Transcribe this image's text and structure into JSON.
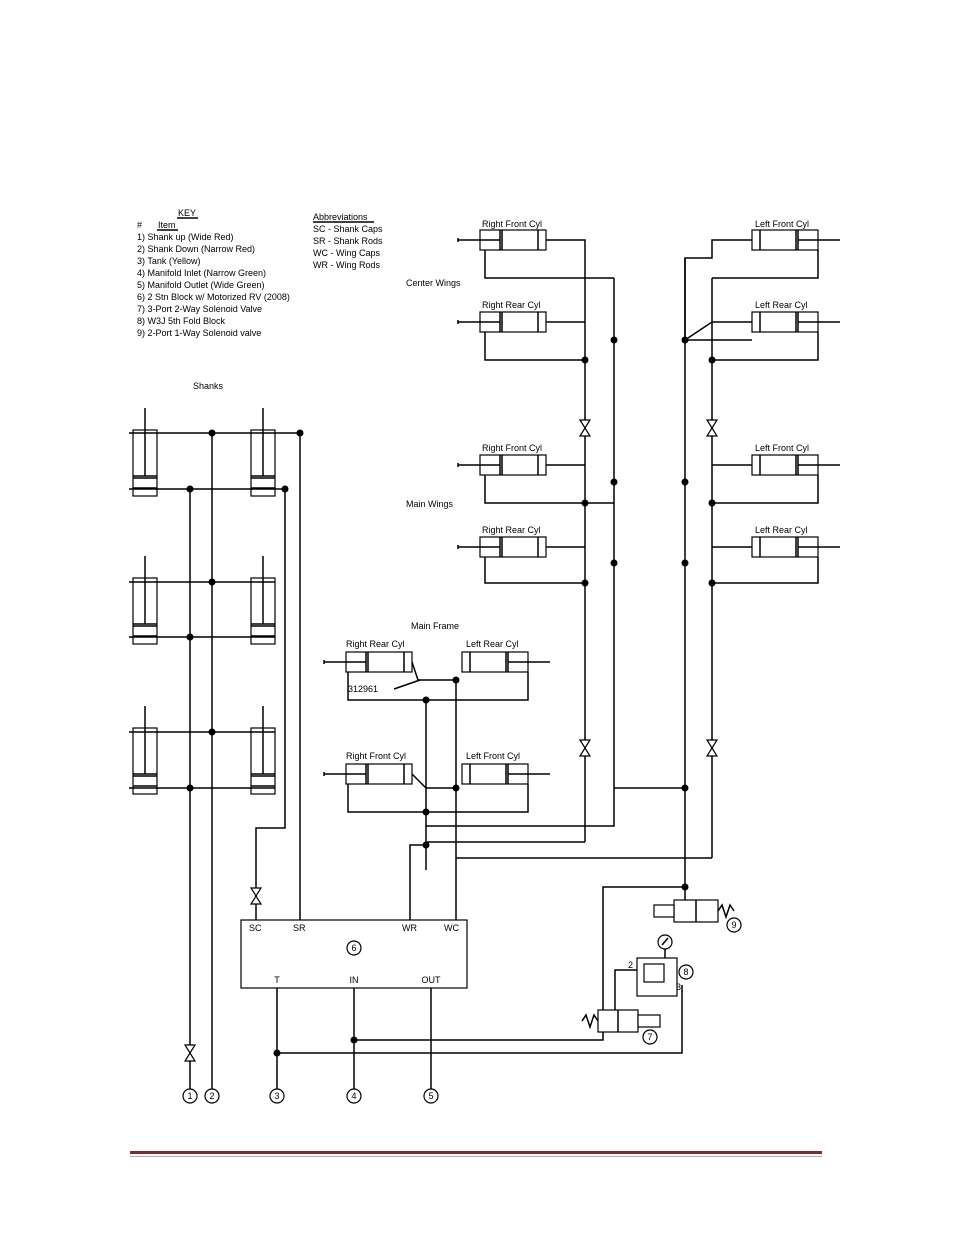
{
  "key": {
    "title": "KEY",
    "header_num": "#",
    "header_item": "Item",
    "items": [
      "1) Shank up (Wide Red)",
      "2) Shank Down (Narrow Red)",
      "3) Tank (Yellow)",
      "4) Manifold Inlet (Narrow Green)",
      "5) Manifold Outlet (Wide Green)",
      "6) 2 Stn Block w/ Motorized RV (2008)",
      "7) 3-Port 2-Way Solenoid Valve",
      "8) W3J 5th Fold Block",
      "9) 2-Port 1-Way Solenoid valve"
    ]
  },
  "abbreviations": {
    "title": "Abbreviations",
    "items": [
      "SC - Shank Caps",
      "SR - Shank Rods",
      "WC - Wing Caps",
      "WR - Wing Rods"
    ]
  },
  "sections": {
    "shanks": "Shanks",
    "center_wings": "Center Wings",
    "main_wings": "Main Wings",
    "main_frame": "Main Frame"
  },
  "cylinders": {
    "right_front": "Right Front Cyl",
    "right_rear": "Right Rear Cyl",
    "left_front": "Left Front Cyl",
    "left_rear": "Left Rear Cyl"
  },
  "part_number": "312961",
  "block": {
    "number": "6",
    "ports_top": [
      "SC",
      "SR",
      "WR",
      "WC"
    ],
    "ports_bottom": [
      "T",
      "IN",
      "OUT"
    ]
  },
  "valves": {
    "v7": "7",
    "v8": "8",
    "v9": "9",
    "port2": "2",
    "port3": "3"
  },
  "lines": [
    "1",
    "2",
    "3",
    "4",
    "5"
  ]
}
